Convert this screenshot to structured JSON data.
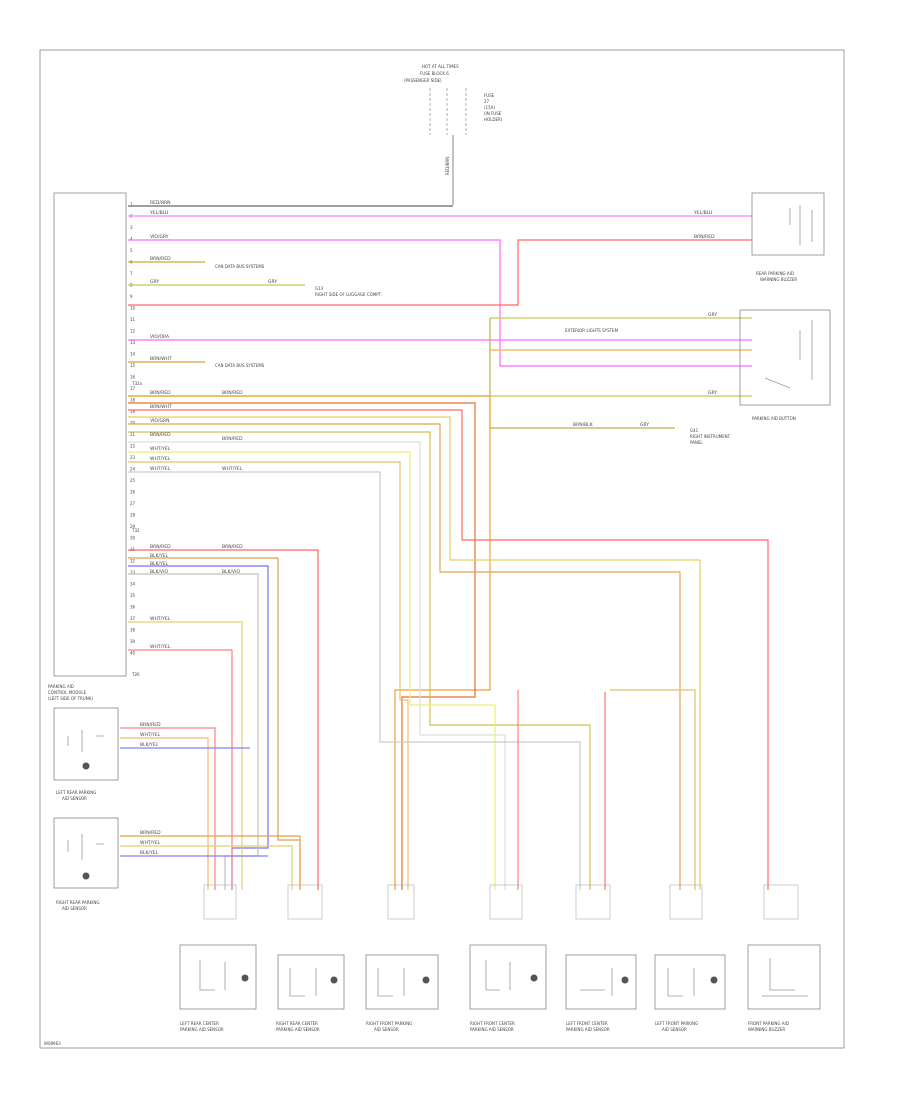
{
  "diagram": {
    "footer_code": "W08963",
    "top_source": {
      "lines": [
        "HOT AT ALL TIMES",
        "FUSE BLOCK 6",
        "(PASSENGER SIDE)"
      ],
      "fuse_note": [
        "FUSE",
        "27",
        "(15A)",
        "(IN FUSE",
        "HOLDER)"
      ]
    },
    "control_module": {
      "pin_labels": [
        "1",
        "2",
        "3",
        "4",
        "5",
        "6",
        "7",
        "8",
        "9",
        "10",
        "11",
        "12",
        "13",
        "14",
        "15",
        "16",
        "17",
        "18",
        "19",
        "20",
        "21",
        "22",
        "23",
        "24",
        "25",
        "26",
        "27",
        "28",
        "29",
        "30",
        "31",
        "32",
        "33",
        "34",
        "35",
        "36",
        "37",
        "38",
        "39",
        "40"
      ],
      "connector_labels": [
        "T32a",
        "T32",
        "T26"
      ]
    },
    "wire_labels": {
      "top_red_black": "RED/BRN",
      "pink": "YEL/BLU",
      "violet": "VIO/GRY",
      "brn_red": "BRN/RED",
      "gry": "GRY",
      "brn_wht": "BRN/WHT",
      "viol_ora": "VIO/ORA",
      "brn_blk": "BRN/BLK",
      "s1": "BRN/RED",
      "s2": "BRN/WHT",
      "s3": "VIO/GRN",
      "s4": "BRN/RED",
      "s5": "WHT/YEL",
      "s6": "WHT/YEL",
      "s7": "WHT/YEL",
      "b1": "BRN/RED",
      "b2": "BLK/YEL",
      "b3": "BLK/YEL",
      "b4": "BLK/VIO",
      "c1": "WHT/YEL",
      "c2": "WHT/YEL"
    },
    "notes": {
      "can_bus_1": "CAN DATA BUS SYSTEMS",
      "can_bus_2": "CAN DATA BUS SYSTEMS",
      "ground": "G13",
      "ground_sub": "RIGHT SIDE OF LUGGAGE COMPT.",
      "exterior_lights": "EXTERIOR LIGHTS SYSTEM",
      "switch_ground": "G41",
      "switch_ground_sub": [
        "RIGHT INSTRUMENT",
        "PANEL"
      ]
    },
    "right_components": {
      "rear_buzzer": [
        "REAR PARKING AID",
        "WARNING BUZZER"
      ],
      "parking_aid_button": "PARKING AID BUTTON"
    },
    "left_components": {
      "control_module": [
        "PARKING AID",
        "CONTROL MODULE",
        "(LEFT SIDE OF TRUNK)"
      ],
      "left_rear_sensor": [
        "LEFT REAR PARKING",
        "AID SENSOR"
      ],
      "right_rear_sensor": [
        "RIGHT REAR PARKING",
        "AID SENSOR"
      ]
    },
    "bottom_components": [
      [
        "LEFT REAR CENTER",
        "PARKING AID SENSOR"
      ],
      [
        "RIGHT REAR CENTER",
        "PARKING AID SENSOR"
      ],
      [
        "RIGHT FRONT PARKING",
        "AID SENSOR"
      ],
      [
        "RIGHT FRONT CENTER",
        "PARKING AID SENSOR"
      ],
      [
        "LEFT FRONT CENTER",
        "PARKING AID SENSOR"
      ],
      [
        "LEFT FRONT PARKING",
        "AID SENSOR"
      ],
      [
        "FRONT PARKING AID",
        "WARNING BUZZER"
      ]
    ]
  }
}
